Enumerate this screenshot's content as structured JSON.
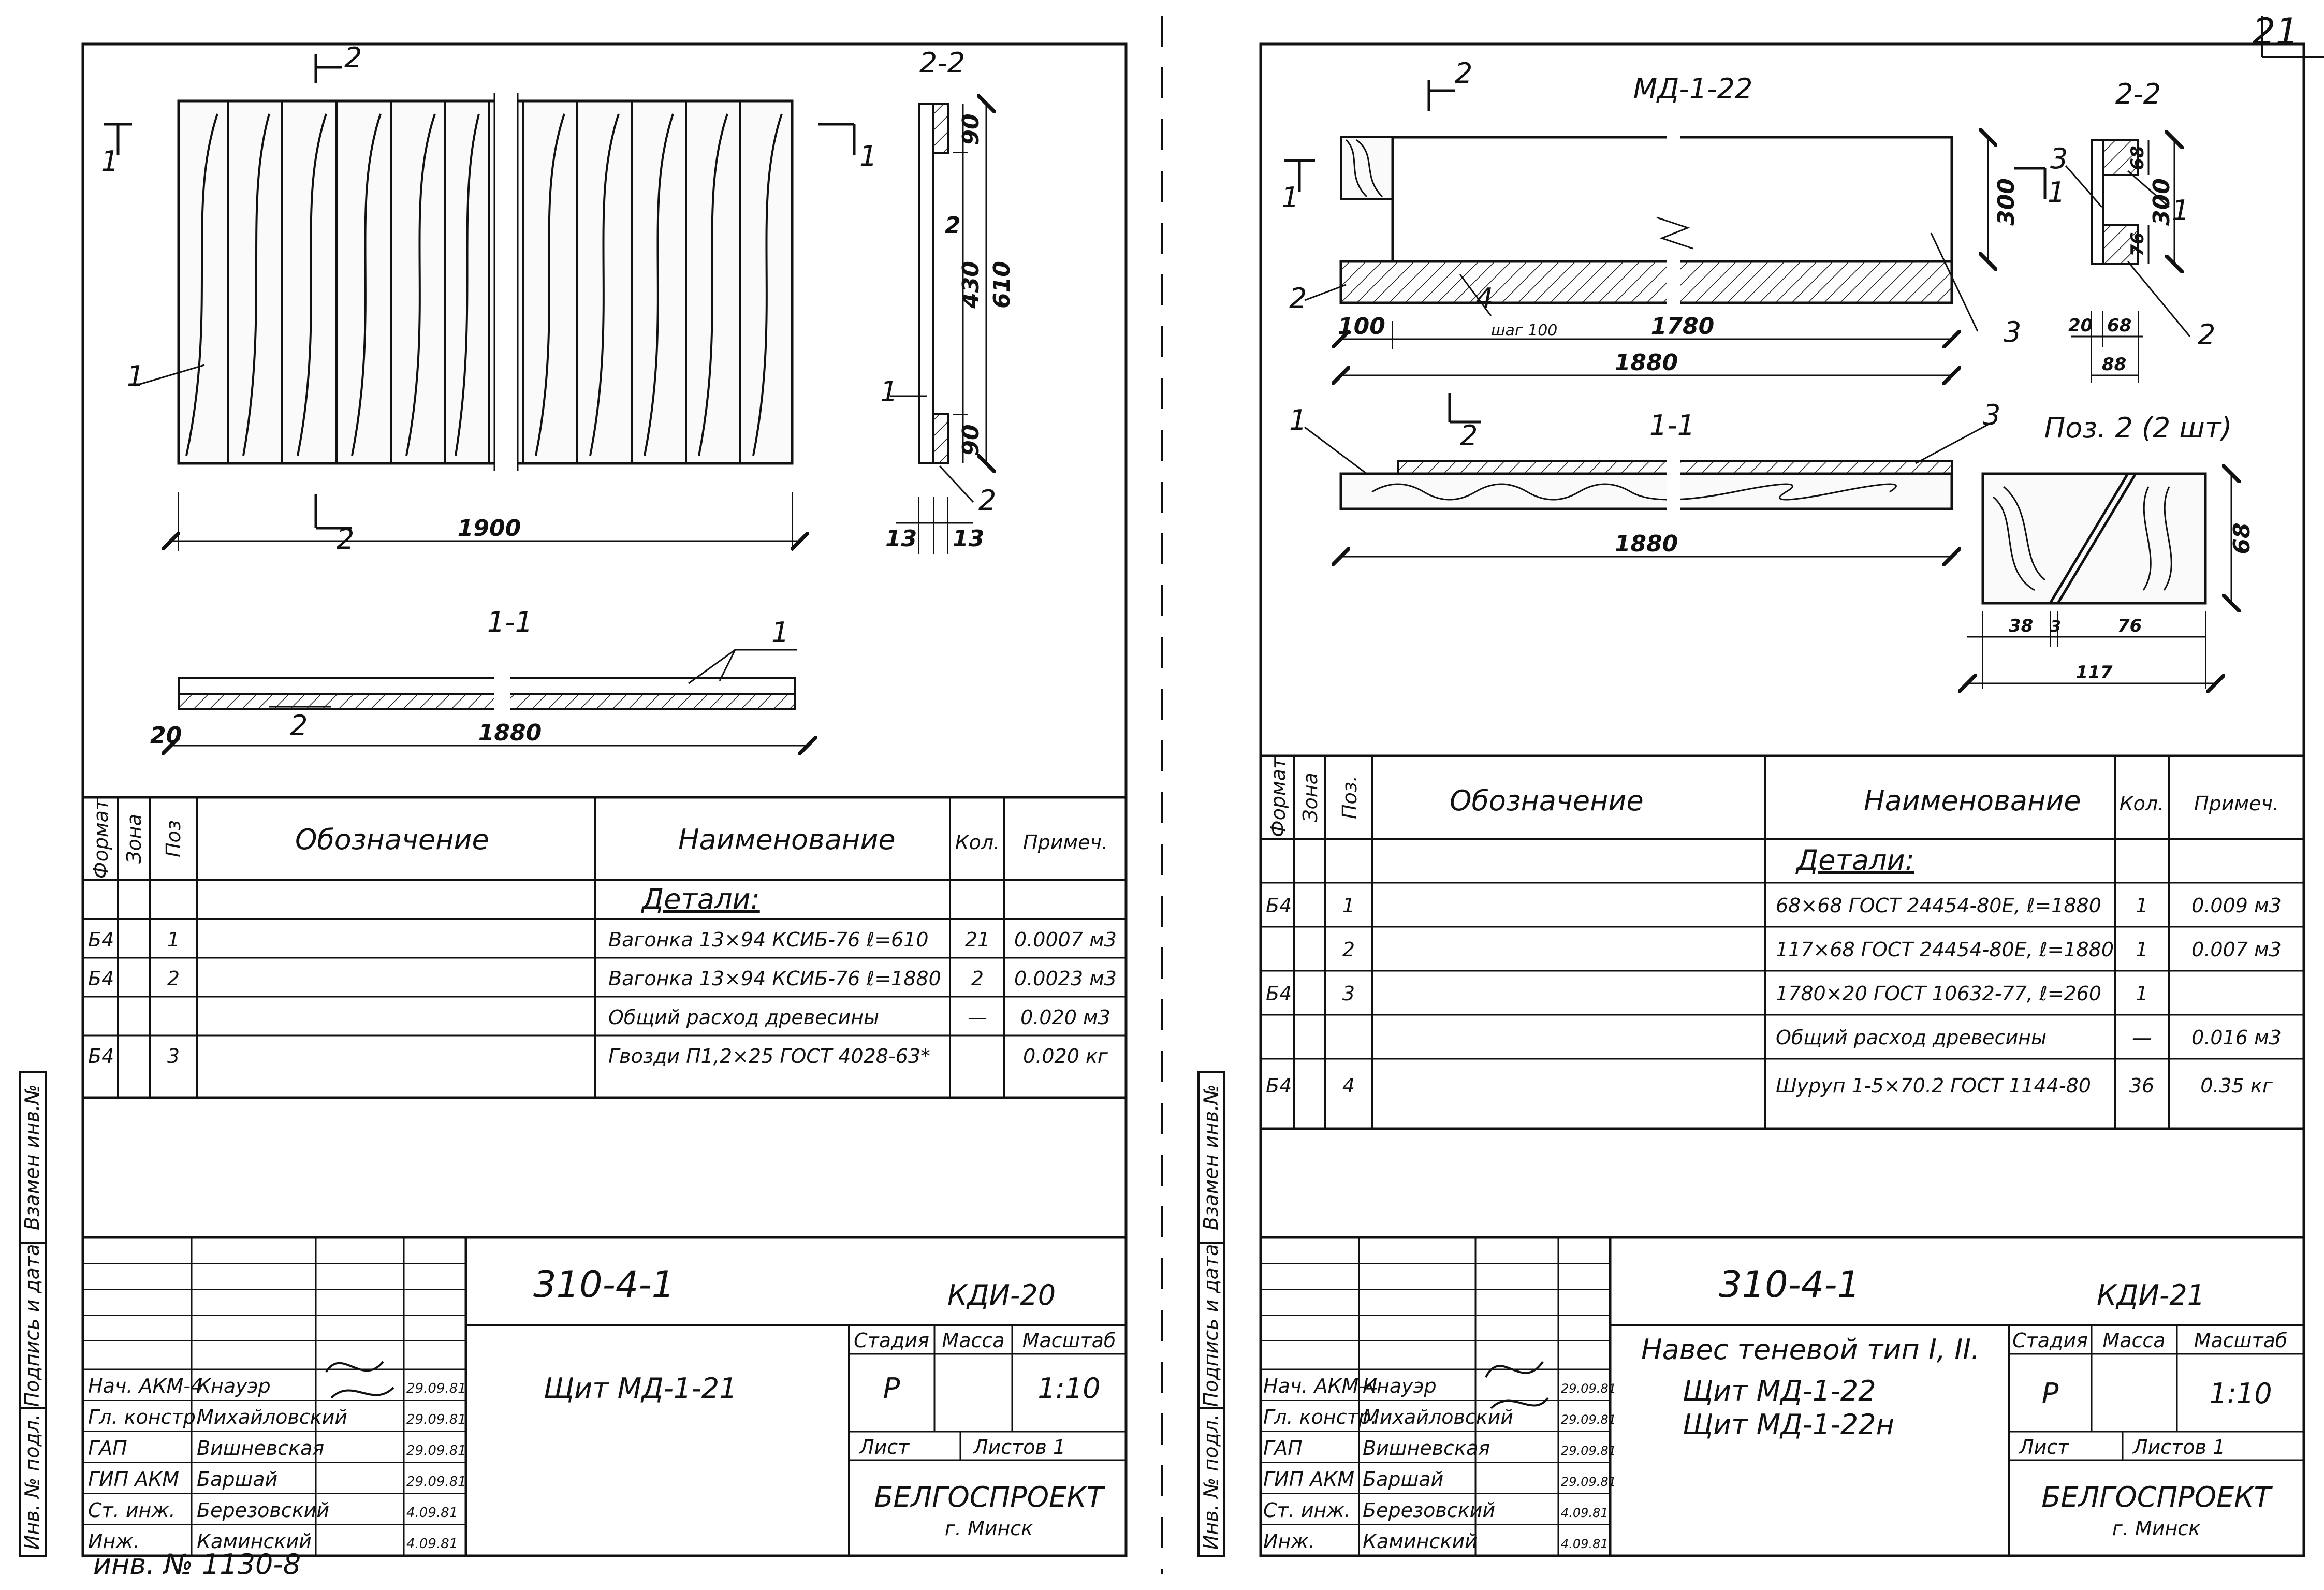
{
  "sheet_number": "21",
  "inventory_note": "инв. № 1130-8",
  "left_sheet": {
    "drawing": {
      "section_2_2": "2-2",
      "section_1_1": "1-1",
      "dims": {
        "width": "1900",
        "height": "610",
        "top": "90",
        "middle": "430",
        "bottom": "90",
        "gap": "2",
        "board_left": "13",
        "board_right": "13",
        "section_length": "1880",
        "section_offset": "20"
      },
      "cut_marks": {
        "one": "1",
        "two": "2"
      },
      "callouts": {
        "p1": "1",
        "p2": "2"
      }
    },
    "spec_headers": {
      "format": "Формат",
      "zone": "Зона",
      "pos": "Поз",
      "designation": "Обозначение",
      "name": "Наименование",
      "qty": "Кол.",
      "note": "Примеч."
    },
    "spec_section": "Детали:",
    "spec_rows": [
      {
        "format": "Б4",
        "pos": "1",
        "name": "Вагонка 13×94  КСИБ-76  ℓ=610",
        "qty": "21",
        "note": "0.0007 м3"
      },
      {
        "format": "Б4",
        "pos": "2",
        "name": "Вагонка 13×94  КСИБ-76  ℓ=1880",
        "qty": "2",
        "note": "0.0023 м3"
      },
      {
        "format": "",
        "pos": "",
        "name": "Общий расход древесины",
        "qty": "—",
        "note": "0.020 м3"
      },
      {
        "format": "Б4",
        "pos": "3",
        "name": "Гвозди П1,2×25  ГОСТ 4028-63*",
        "qty": "",
        "note": "0.020 кг"
      }
    ],
    "side_labels": [
      "Взамен инв.№",
      "Подпись и дата",
      "Инв. № подл."
    ],
    "title_block": {
      "code": "310-4-1",
      "sheet_code": "КДИ-20",
      "title_lines": [
        "Щит МД-1-21"
      ],
      "stage_label": "Стадия",
      "mass_label": "Масса",
      "scale_label": "Масштаб",
      "stage": "Р",
      "mass": "",
      "scale": "1:10",
      "sheet_label": "Лист",
      "sheets_label": "Листов 1",
      "org": "БЕЛГОСПРОЕКТ",
      "city": "г. Минск",
      "people": [
        {
          "role": "Нач. АКМ-4",
          "name": "Кнауэр",
          "date": "29.09.81"
        },
        {
          "role": "Гл. констр.",
          "name": "Михайловский",
          "date": "29.09.81"
        },
        {
          "role": "ГАП",
          "name": "Вишневская",
          "date": "29.09.81"
        },
        {
          "role": "ГИП АКМ",
          "name": "Баршай",
          "date": "29.09.81"
        },
        {
          "role": "Ст. инж.",
          "name": "Березовский",
          "date": "4.09.81"
        },
        {
          "role": "Инж.",
          "name": "Каминский",
          "date": "4.09.81"
        }
      ]
    }
  },
  "right_sheet": {
    "drawing": {
      "mark": "МД-1-22",
      "section_2_2": "2-2",
      "section_1_1": "1-1",
      "pos2_title": "Поз. 2 (2 шт)",
      "dims": {
        "height": "300",
        "left_offset": "100",
        "inner": "1780",
        "total": "1880",
        "bottom_total": "1880",
        "step": "шаг 100",
        "s_top": "68",
        "s_height": "300",
        "s_bottom": "76",
        "s_left": "20",
        "s_mid": "68",
        "s_total": "88",
        "p2_height": "68",
        "p2_a": "38",
        "p2_b": "3",
        "p2_c": "76",
        "p2_total": "117"
      },
      "callouts": {
        "p1": "1",
        "p2": "2",
        "p3": "3",
        "p4": "4"
      }
    },
    "spec_headers": {
      "format": "Формат",
      "zone": "Зона",
      "pos": "Поз.",
      "designation": "Обозначение",
      "name": "Наименование",
      "qty": "Кол.",
      "note": "Примеч."
    },
    "spec_section": "Детали:",
    "spec_rows": [
      {
        "format": "Б4",
        "pos": "1",
        "name": "68×68  ГОСТ 24454-80Е, ℓ=1880",
        "qty": "1",
        "note": "0.009 м3"
      },
      {
        "format": "",
        "pos": "2",
        "name": "117×68  ГОСТ 24454-80Е, ℓ=1880",
        "qty": "1",
        "note": "0.007 м3"
      },
      {
        "format": "Б4",
        "pos": "3",
        "name": "1780×20  ГОСТ 10632-77, ℓ=260",
        "qty": "1",
        "note": ""
      },
      {
        "format": "",
        "pos": "",
        "name": "Общий расход древесины",
        "qty": "—",
        "note": "0.016 м3"
      },
      {
        "format": "Б4",
        "pos": "4",
        "name": "Шуруп 1-5×70.2  ГОСТ 1144-80",
        "qty": "36",
        "note": "0.35 кг"
      }
    ],
    "side_labels": [
      "Взамен инв.№",
      "Подпись и дата",
      "Инв. № подл."
    ],
    "title_block": {
      "code": "310-4-1",
      "sheet_code": "КДИ-21",
      "title_lines": [
        "Навес теневой тип I, II.",
        "Щит МД-1-22",
        "Щит МД-1-22н"
      ],
      "stage_label": "Стадия",
      "mass_label": "Масса",
      "scale_label": "Масштаб",
      "stage": "Р",
      "mass": "",
      "scale": "1:10",
      "sheet_label": "Лист",
      "sheets_label": "Листов 1",
      "org": "БЕЛГОСПРОЕКТ",
      "city": "г. Минск",
      "people": [
        {
          "role": "Нач. АКМ-4",
          "name": "Кнауэр",
          "date": "29.09.81"
        },
        {
          "role": "Гл. констр.",
          "name": "Михайловский",
          "date": "29.09.81"
        },
        {
          "role": "ГАП",
          "name": "Вишневская",
          "date": "29.09.81"
        },
        {
          "role": "ГИП АКМ",
          "name": "Баршай",
          "date": "29.09.81"
        },
        {
          "role": "Ст. инж.",
          "name": "Березовский",
          "date": "4.09.81"
        },
        {
          "role": "Инж.",
          "name": "Каминский",
          "date": "4.09.81"
        }
      ]
    }
  }
}
